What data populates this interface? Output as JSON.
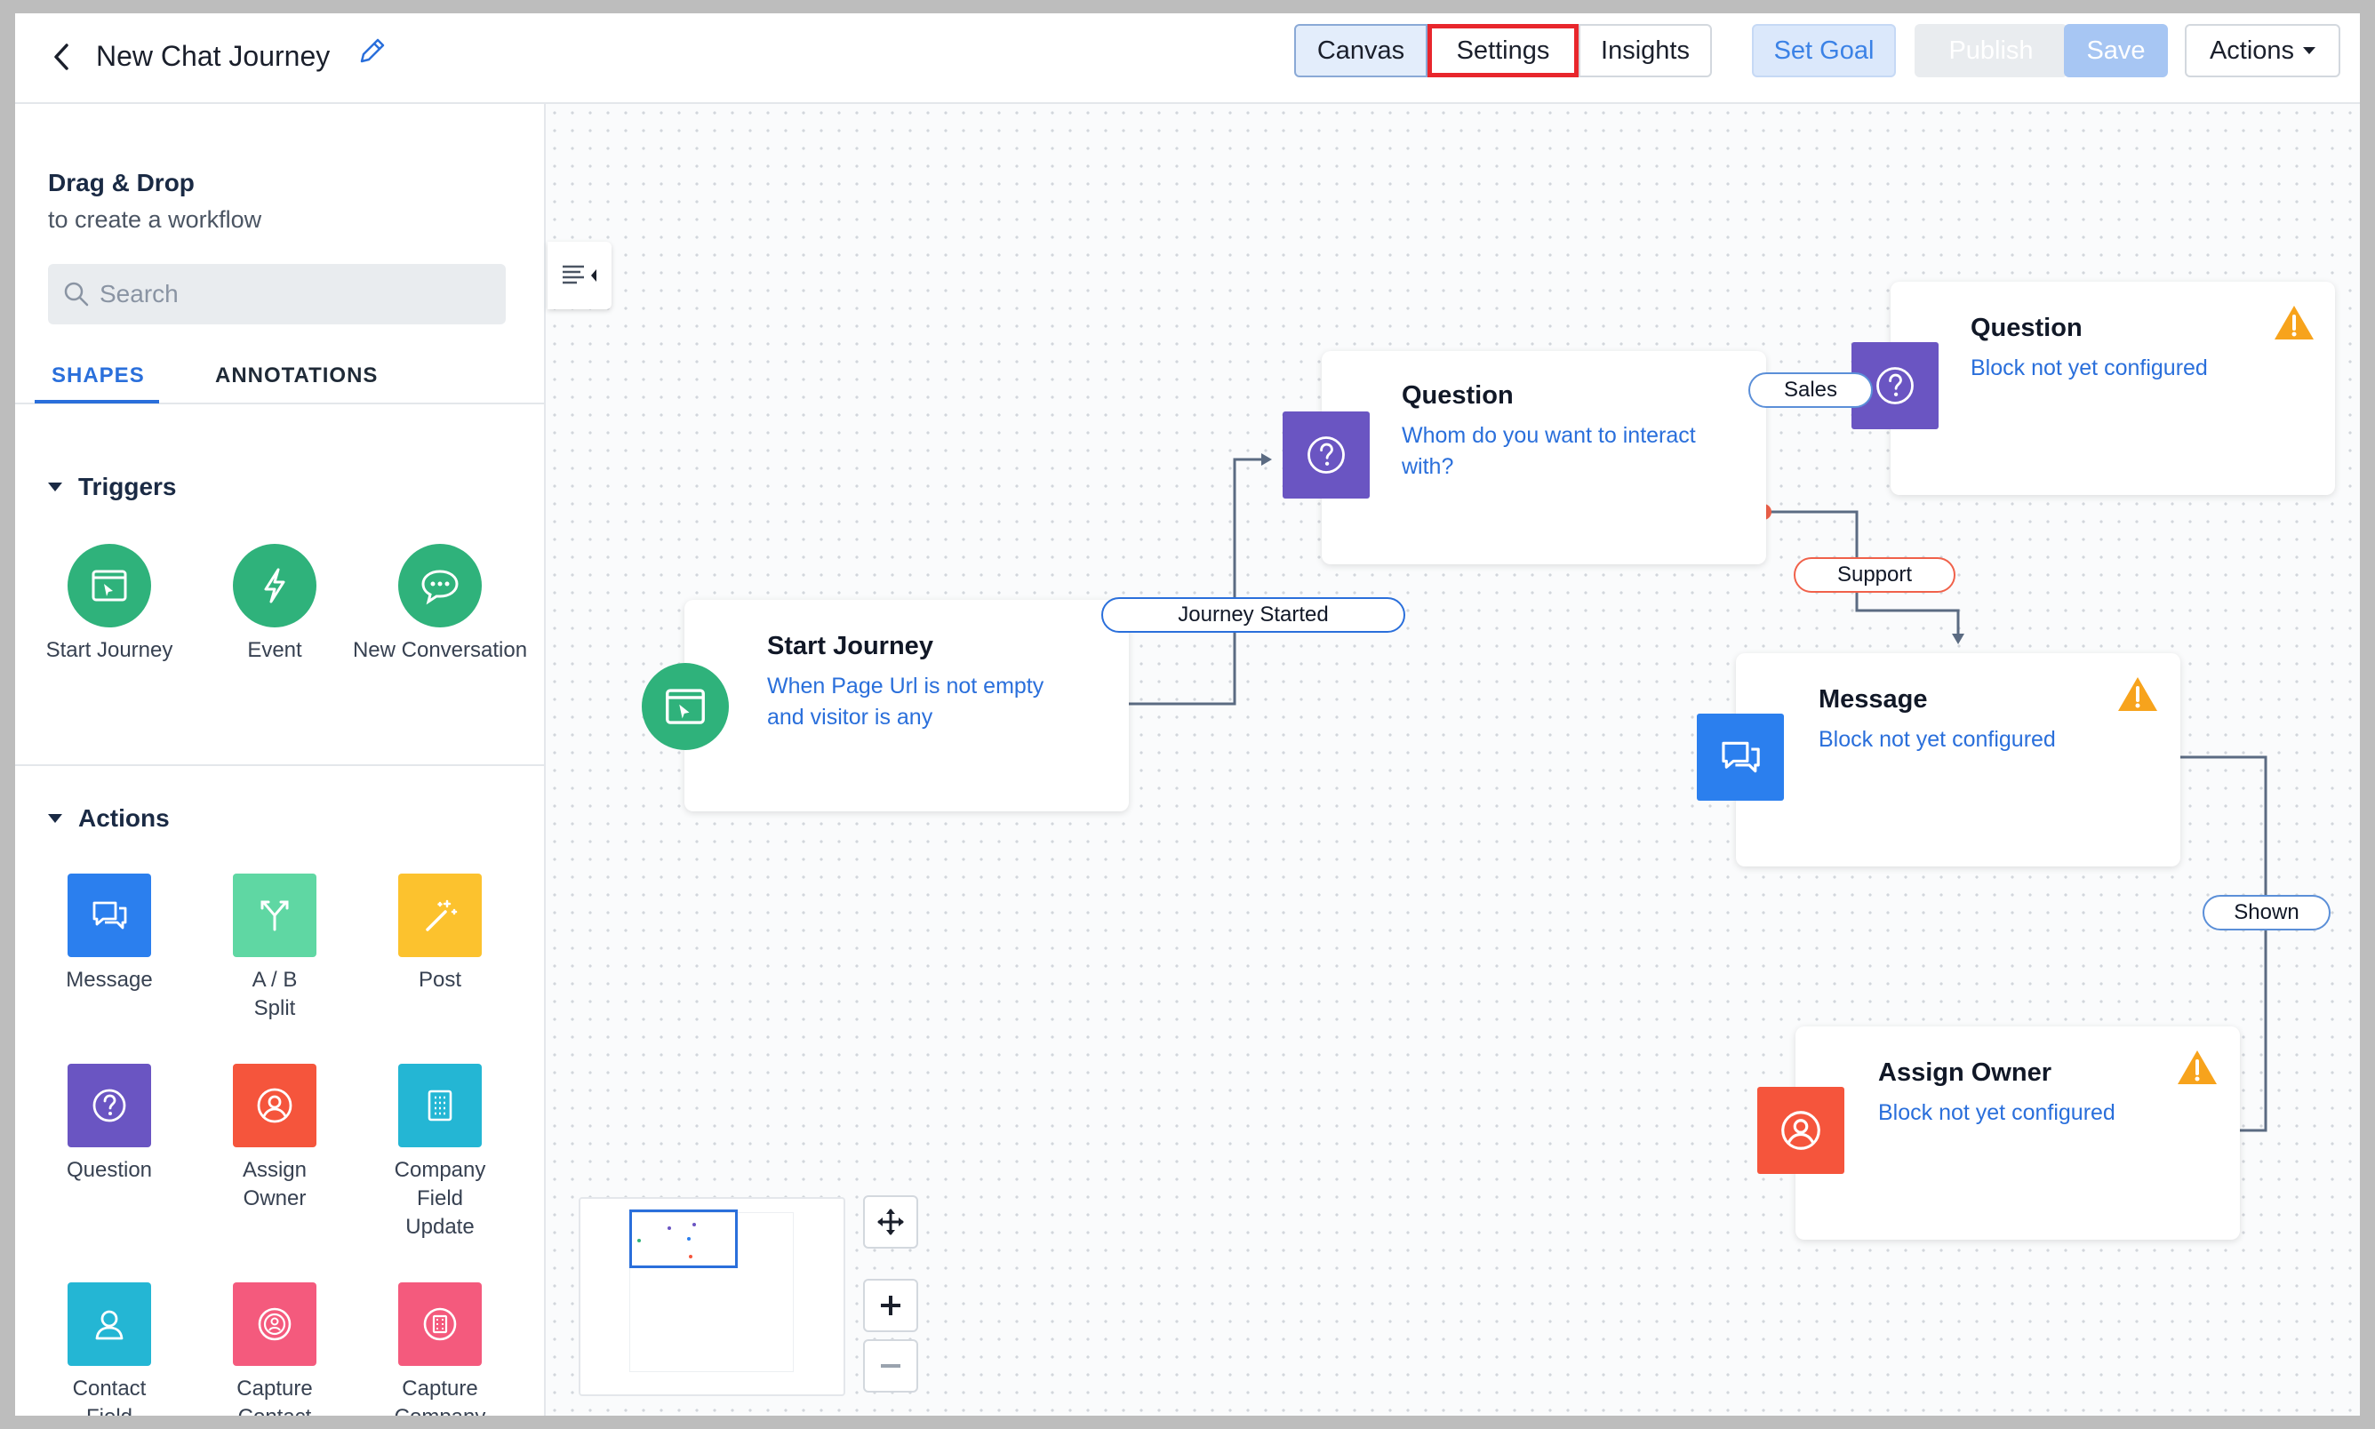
{
  "header": {
    "title": "New Chat Journey",
    "tabs": {
      "canvas": "Canvas",
      "settings": "Settings",
      "insights": "Insights"
    },
    "buttons": {
      "set_goal": "Set Goal",
      "publish": "Publish",
      "save": "Save",
      "actions": "Actions"
    }
  },
  "sidebar": {
    "title": "Drag & Drop",
    "subtitle": "to create a workflow",
    "search_placeholder": "Search",
    "tabs": {
      "shapes": "SHAPES",
      "annotations": "ANNOTATIONS"
    },
    "triggers": {
      "heading": "Triggers",
      "items": [
        {
          "label": "Start Journey",
          "icon": "start-journey-icon",
          "color": "#2fb27b"
        },
        {
          "label": "Event",
          "icon": "lightning-icon",
          "color": "#2fb27b"
        },
        {
          "label": "New Conversation",
          "icon": "chat-bubble-icon",
          "color": "#2fb27b"
        }
      ]
    },
    "actions": {
      "heading": "Actions",
      "items": [
        {
          "label": "Message",
          "icon": "message-icon",
          "color": "#2b7fee"
        },
        {
          "label": "A / B Split",
          "icon": "split-icon",
          "color": "#5fd7a3"
        },
        {
          "label": "Post",
          "icon": "magic-wand-icon",
          "color": "#fcc22e"
        },
        {
          "label": "Question",
          "icon": "question-icon",
          "color": "#6a55c2"
        },
        {
          "label": "Assign Owner",
          "icon": "user-circle-icon",
          "color": "#f5553c"
        },
        {
          "label": "Company Field Update",
          "icon": "building-icon",
          "color": "#24b6d4"
        },
        {
          "label": "Contact Field",
          "icon": "contact-icon",
          "color": "#24b6d4"
        },
        {
          "label": "Capture Contact",
          "icon": "capture-contact-icon",
          "color": "#f45a7d"
        },
        {
          "label": "Capture Company",
          "icon": "capture-company-icon",
          "color": "#f45a7d"
        }
      ]
    }
  },
  "canvas": {
    "nodes": {
      "start": {
        "title": "Start Journey",
        "desc": "When Page Url is not empty and visitor is any",
        "color": "#2fb27b"
      },
      "question1": {
        "title": "Question",
        "desc": "Whom do you want to interact with?",
        "color": "#6a55c2"
      },
      "question2": {
        "title": "Question",
        "desc": "Block not yet configured",
        "color": "#6a55c2"
      },
      "message": {
        "title": "Message",
        "desc": "Block not yet configured",
        "color": "#2b7fee"
      },
      "assign": {
        "title": "Assign Owner",
        "desc": "Block not yet configured",
        "color": "#f5553c"
      }
    },
    "edge_labels": {
      "journey_started": "Journey Started",
      "sales": "Sales",
      "support": "Support",
      "shown": "Shown"
    }
  }
}
